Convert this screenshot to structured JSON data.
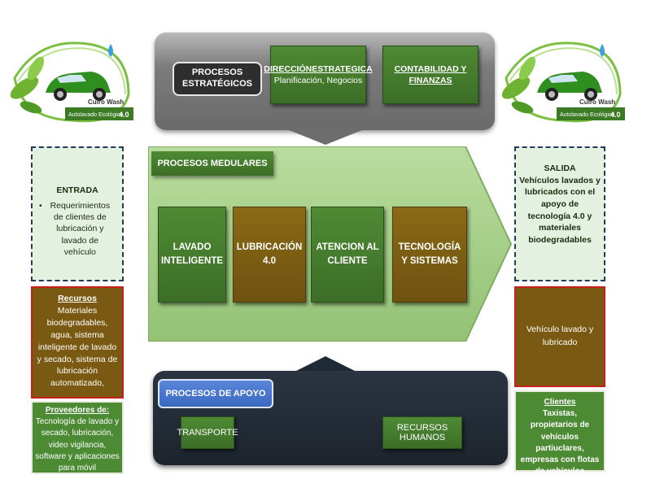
{
  "logo": {
    "brand": "Cuiro Wash",
    "tagline": "Autolavado Ecológico",
    "version": "4.0"
  },
  "strategic": {
    "label": "PROCESOS ESTRATÉGICOS",
    "direccion_title": "DIRECCIÓNESTRATEGICA",
    "direccion_sub": "Planificación, Negocios",
    "contabilidad": "CONTABILIDAD Y FINANZAS"
  },
  "core": {
    "label": "PROCESOS MEDULARES",
    "items": [
      "LAVADO INTELIGENTE",
      "LUBRICACIÓN 4.0",
      "ATENCION AL CLIENTE",
      "TECNOLOGÍA Y SISTEMAS"
    ]
  },
  "support": {
    "label": "PROCESOS DE APOYO",
    "transporte": "TRANSPORTE",
    "rrhh": "RECURSOS HUMANOS"
  },
  "entrada": {
    "title": "ENTRADA",
    "bullet": "•",
    "text": "Requerimientos de clientes de lubricación y lavado de vehículo"
  },
  "recursos": {
    "title": "Recursos",
    "text": "Materiales biodegradables, agua, sistema inteligente de lavado y secado, sistema de lubricación automatizado,"
  },
  "proveedores": {
    "title": "Proveedores de:",
    "text": "Tecnología de lavado y secado, lubricación, video vigilancia, software y aplicaciones para móvil"
  },
  "salida": {
    "title": "SALIDA",
    "text": "Vehículos lavados y lubricados con el apoyo de tecnología 4.0 y materiales biodegradables"
  },
  "vehiculo": {
    "text": "Vehículo lavado y lubricado"
  },
  "clientes": {
    "title": "Clientes",
    "text": "Taxistas, propietarios de vehículos partiuclares, empresas con flotas de vehículos"
  },
  "colors": {
    "green": "#3f7a2a",
    "olive": "#7a5a12",
    "chevron": "#a9d08f",
    "dark_panel": "#222b35",
    "blue": "#4a78d0",
    "red_border": "#c81e1e"
  }
}
